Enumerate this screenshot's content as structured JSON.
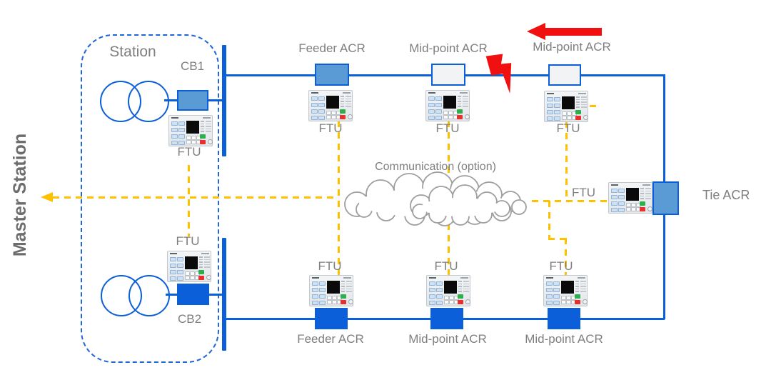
{
  "master_station": {
    "label": "Master Station"
  },
  "station": {
    "label": "Station",
    "cb1_label": "CB1",
    "cb2_label": "CB2",
    "cb1_ftu_label": "FTU",
    "cb2_ftu_label": "FTU"
  },
  "communication": {
    "label": "Communication (option)"
  },
  "top_feeder": {
    "feeder_acr": {
      "label": "Feeder ACR",
      "ftu_label": "FTU"
    },
    "midpoint_acr_1": {
      "label": "Mid-point ACR",
      "ftu_label": "FTU"
    },
    "midpoint_acr_2": {
      "label": "Mid-point ACR",
      "ftu_label": "FTU"
    }
  },
  "bottom_feeder": {
    "feeder_acr": {
      "label": "Feeder ACR",
      "ftu_label": "FTU"
    },
    "midpoint_acr_1": {
      "label": "Mid-point ACR",
      "ftu_label": "FTU"
    },
    "midpoint_acr_2": {
      "label": "Mid-point ACR",
      "ftu_label": "FTU"
    }
  },
  "tie": {
    "label": "Tie ACR",
    "ftu_label": "FTU"
  },
  "colors": {
    "circuit_blue": "#0b5fd9",
    "acr_closed_light_fill": "#5b9bd5",
    "acr_open_fill": "#f1f3f4",
    "acr_solid_fill": "#0b5fd9",
    "comm_yellow": "#ffc000",
    "fault_red": "#f01010",
    "label_gray": "#7f7f7f"
  }
}
